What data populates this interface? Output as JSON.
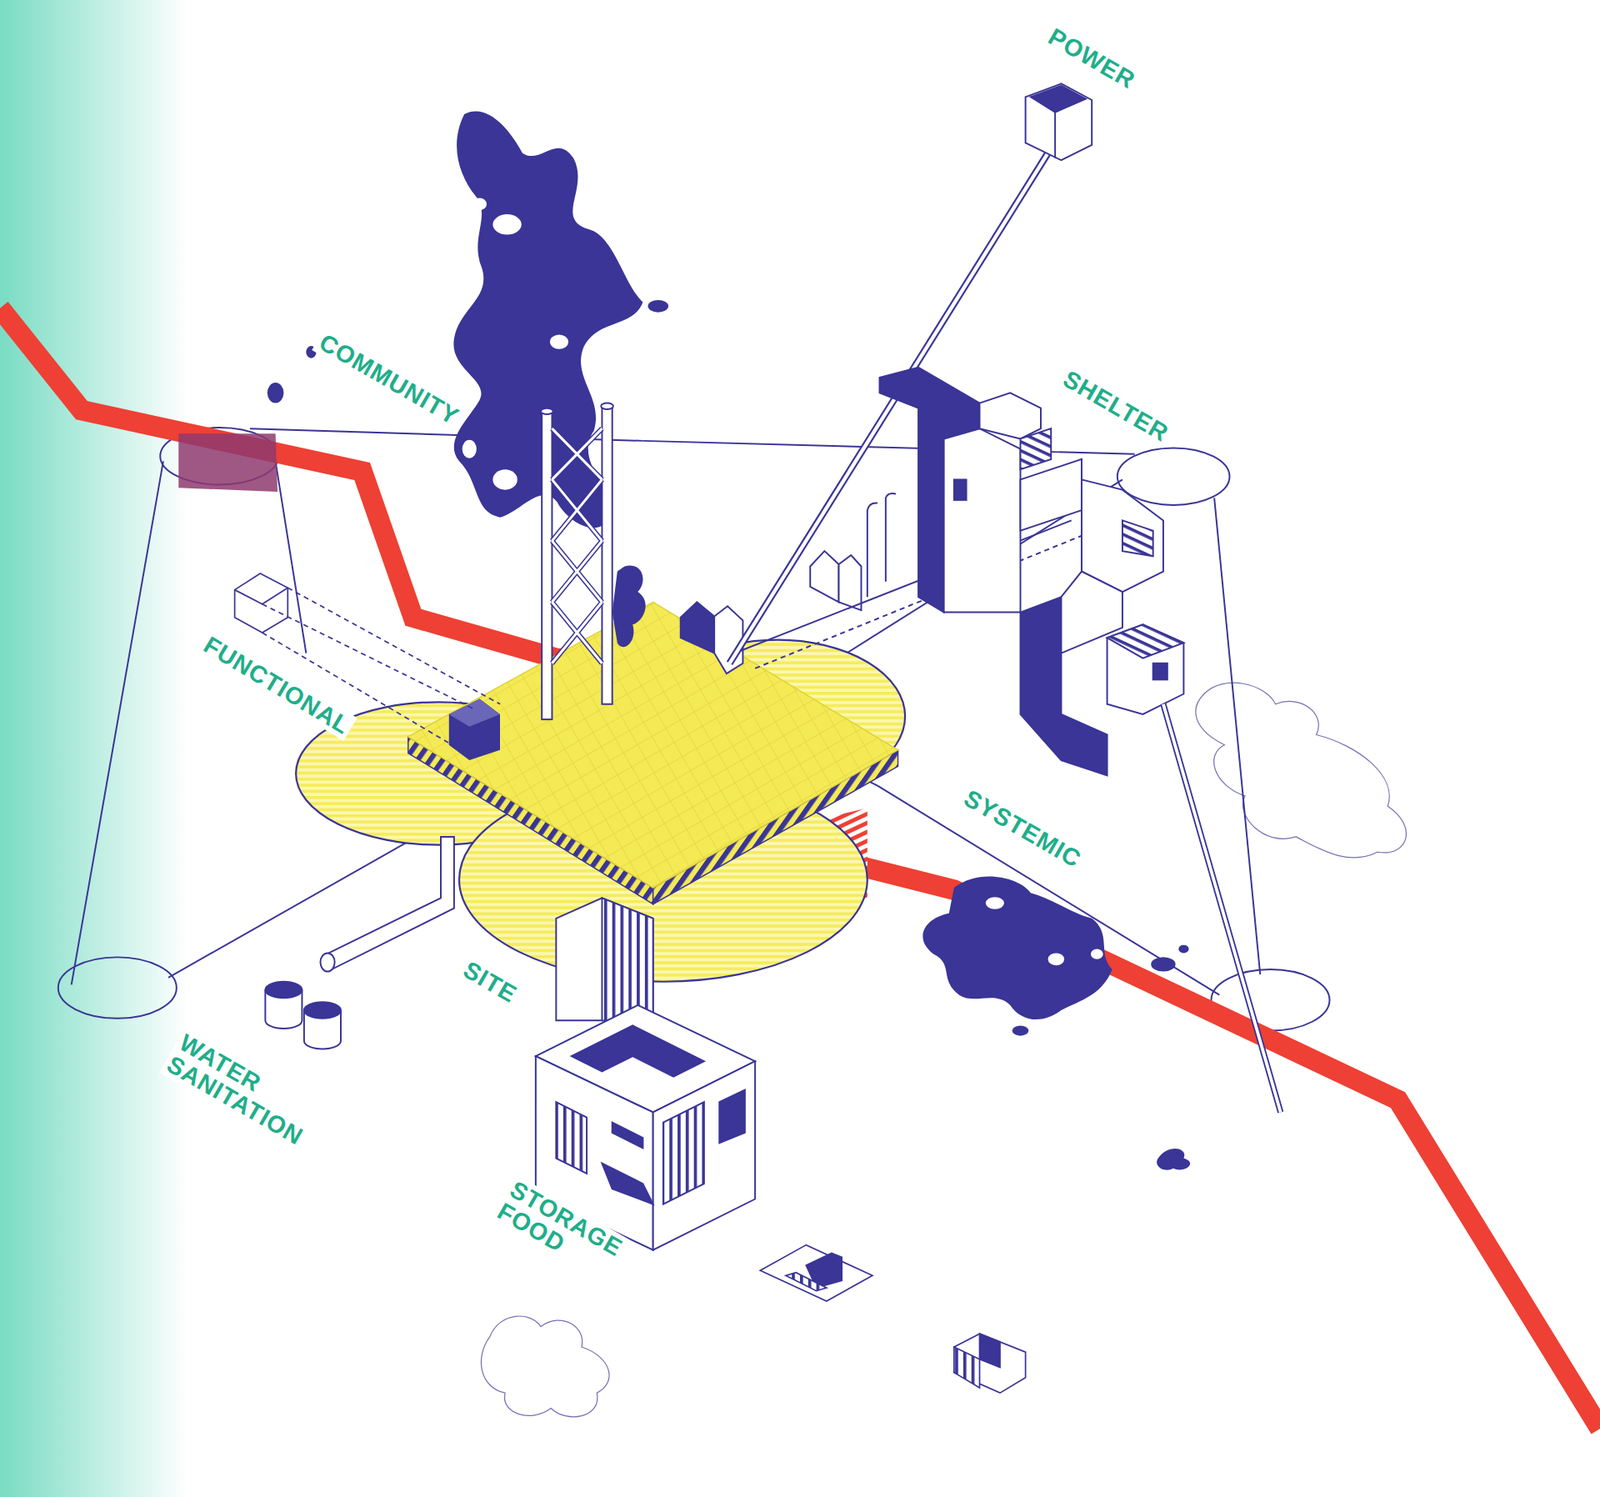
{
  "diagram": {
    "labels": [
      "POWER",
      "COMMUNITY",
      "SHELTER",
      "FUNCTIONAL",
      "SYSTEMIC",
      "SITE",
      "WATER SANITATION",
      "STORAGE FOOD"
    ]
  }
}
